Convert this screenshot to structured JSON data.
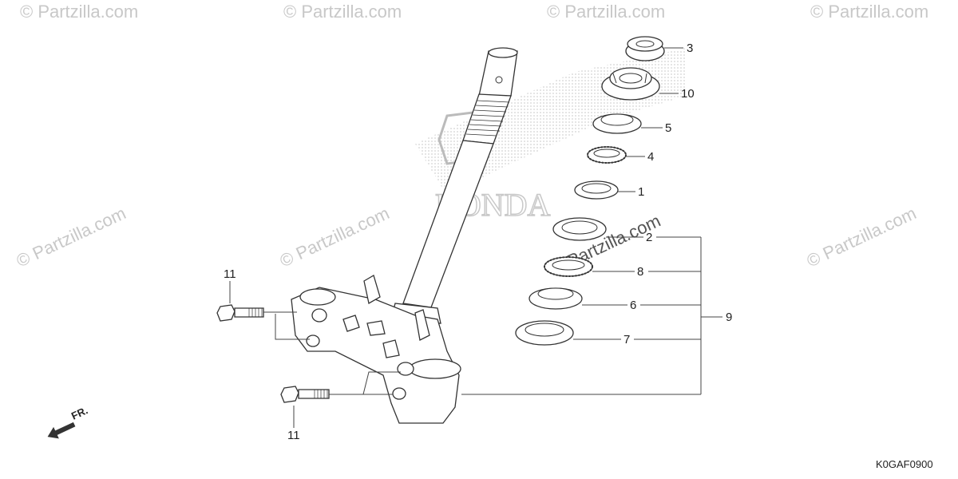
{
  "watermarks": {
    "text": "© Partzilla.com",
    "center_text": "Partzilla.com",
    "brand_logo_text": "HONDA"
  },
  "callouts": {
    "c1": "1",
    "c2": "2",
    "c3": "3",
    "c4": "4",
    "c5": "5",
    "c6": "6",
    "c7": "7",
    "c8": "8",
    "c9": "9",
    "c10": "10",
    "c11_top": "11",
    "c11_bottom": "11"
  },
  "front_indicator": "FR.",
  "diagram_code": "K0GAF0900"
}
